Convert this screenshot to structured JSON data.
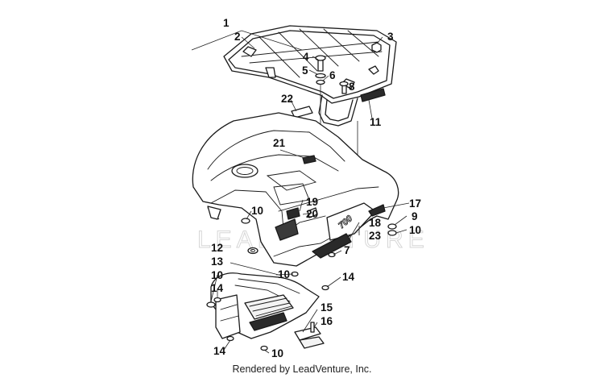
{
  "diagram": {
    "watermark": "LEADVENTURE",
    "credit": "Rendered by LeadVenture, Inc.",
    "decal_text": "700",
    "callouts": {
      "c1": "1",
      "c2": "2",
      "c3": "3",
      "c4": "4",
      "c5": "5",
      "c6": "6",
      "c7": "7",
      "c8": "8",
      "c9": "9",
      "c10a": "10",
      "c10b": "10",
      "c10c": "10",
      "c10d": "10",
      "c10e": "10",
      "c11": "11",
      "c12": "12",
      "c13": "13",
      "c14a": "14",
      "c14b": "14",
      "c14c": "14",
      "c15": "15",
      "c16": "16",
      "c17": "17",
      "c18": "18",
      "c19": "19",
      "c20": "20",
      "c21": "21",
      "c22": "22",
      "c23": "23"
    }
  }
}
